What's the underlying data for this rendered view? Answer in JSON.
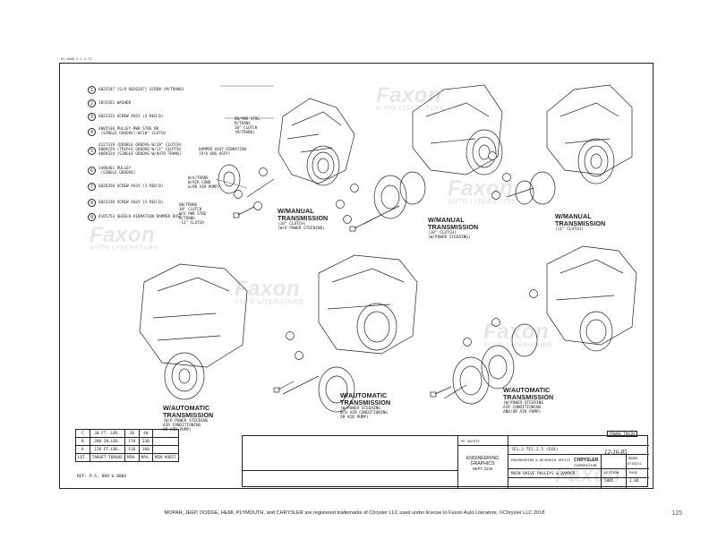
{
  "header": {
    "top_code": "01-0000 2 1 4 72"
  },
  "parts_list": [
    {
      "num": "1",
      "text": "6025547 (S/O 6026267) SCREW (M/TRANS)"
    },
    {
      "num": "2",
      "text": "1855561 WASHER"
    },
    {
      "num": "3",
      "text": "6022225 SCREW ASSY (3 REQ'D)"
    },
    {
      "num": "4",
      "text": "4005536 PULLEY-PWR STRG BR\n (SINGLE GROOVE)-W/10\" CLUTCH"
    },
    {
      "num": "5",
      "text": "4127319 (DOUBLE GROOVE-W/10\" CLUTCH)\n4089229 (TRIPLE GROOVE-W/11\" CLUTCH)\n4089324 (SINGLE GROOVE-W/AUTO TRANS)"
    },
    {
      "num": "6",
      "text": "3496461 PULLEY\n (SINGLE GROOVE)"
    },
    {
      "num": "7",
      "text": "6020350 SCREW ASSY (3 REQ'D)"
    },
    {
      "num": "8",
      "text": "6022238 SCREW ASSY (3 REQ'D)"
    },
    {
      "num": "9",
      "text": "4165753 SHIELD-VIBRATION DAMPER DUST"
    }
  ],
  "part_notes": {
    "note_4": "ON/PWR STRG\nM/TRANS\n10\" CLUTCH\n(M/TRANS)",
    "note_5": "DAMPER ASSY-VIBRATION\n(P/O ENG ASSY)",
    "note_6": "W/A/TRANS\nW/AIR COND\n&/OR AIR PUMP)",
    "note_8": "ON/TRANS\n10\" CLUTCH\nW/O PWR STRG\nM/TRANS\n-11\" CLUTCH"
  },
  "diagrams": [
    {
      "title": "W/MANUAL\nTRANSMISSION",
      "sub": "(10\" CLUTCH)\n(W/O POWER STEERING)"
    },
    {
      "title": "W/MANUAL\nTRANSMISSION",
      "sub": "(10\" CLUTCH)\n(W/POWER STEERING)"
    },
    {
      "title": "W/MANUAL\nTRANSMISSION",
      "sub": "(11\" CLUTCH)"
    },
    {
      "title": "W/AUTOMATIC\nTRANSMISSION",
      "sub": "(W/O POWER STEERING\nAIR CONDITIONING\nOR AIR PUMP)"
    },
    {
      "title": "W/AUTOMATIC\nTRANSMISSION",
      "sub": "(W/POWER STEERING\nW/O AIR CONDITIONING\nOR AIR PUMP)"
    },
    {
      "title": "W/AUTOMATIC\nTRANSMISSION",
      "sub": "(W/POWER STEERING\nAIR CONDITIONING\nAND/OR AIR PUMP)"
    }
  ],
  "watermark": {
    "brand": "Faxon",
    "tag": "AUTO LITERATURE"
  },
  "torque_table": {
    "rows": [
      [
        "C",
        "30 FT. LBS.",
        "20",
        "40"
      ],
      [
        "B",
        "200 IN.LBS.",
        "170",
        "230"
      ],
      [
        "A",
        "120 FT.LBS.",
        "110",
        "160"
      ]
    ],
    "header": [
      "LET.",
      "TARGET TORQUE",
      "MIN.",
      "MAX.",
      "MIN AUDIT"
    ]
  },
  "reference": "REF:  P.S. 809 & 808A",
  "title_block": {
    "section_label": "POWER TRAIN",
    "safety": "PF SAFETY",
    "model": "7E1,2  7E1,2,5 (EXX)",
    "dept_line1": "ENGINEERING",
    "dept_line2": "GRAPHICS",
    "dept_line3": "DEPT. 2240",
    "title": "MAIN DRIVE PULLEYS & DAMPER",
    "company": "CHRYSLER",
    "company_sub": "CORPORATION",
    "eng_office": "ENGINEERING & RESEARCH OFFICE",
    "date": "12-16-85",
    "drawing_no": "8703211",
    "section": "5085",
    "page": "1.00",
    "col_model": "MODEL",
    "col_section": "SECTION",
    "col_page": "PAGE"
  },
  "footer": {
    "text": "MOPAR, JEEP, DODGE, HEMI, PLYMOUTH, and CHRYSLER are registered trademarks of Chrysler LLC used under license to Faxon Auto Literature. ©Chrysler LLC 2018",
    "page_number": "125"
  }
}
